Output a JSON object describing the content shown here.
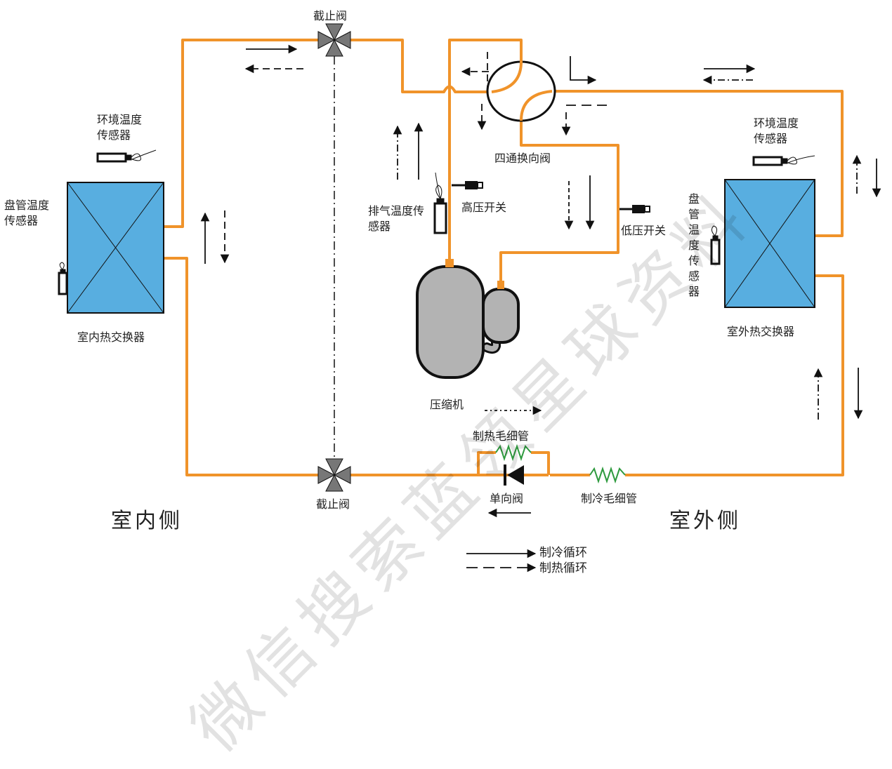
{
  "labels": {
    "top_stop_valve": "截止阀",
    "bottom_stop_valve": "截止阀",
    "four_way_valve": "四通换向阀",
    "indoor_ambient_sensor": "环境温度传感器",
    "outdoor_ambient_sensor": "环境温度传感器",
    "indoor_coil_sensor": "盘管温度传感器",
    "outdoor_coil_sensor": "盘管温度传感器",
    "discharge_sensor": "排气温度传感器",
    "high_pressure_switch": "高压开关",
    "low_pressure_switch": "低压开关",
    "indoor_exchanger": "室内热交换器",
    "outdoor_exchanger": "室外热交换器",
    "compressor": "压缩机",
    "heating_capillary": "制热毛细管",
    "cooling_capillary": "制冷毛细管",
    "check_valve": "单向阀",
    "indoor_side": "室内侧",
    "outdoor_side": "室外侧"
  },
  "legend": {
    "cooling_cycle": "制冷循环",
    "heating_cycle": "制热循环"
  },
  "watermark": "微信搜索蓝领星球资料",
  "colors": {
    "pipe": "#f0932a",
    "exchanger_fill": "#58aee0",
    "compressor_fill": "#b3b3b3",
    "capillary": "#2e9a3e"
  }
}
